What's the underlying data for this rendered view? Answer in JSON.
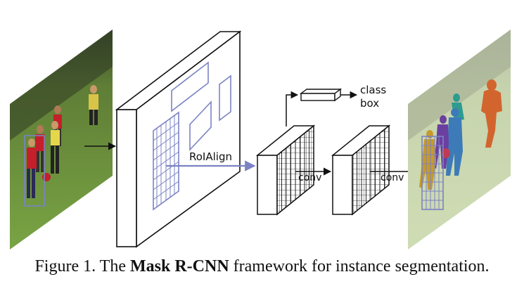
{
  "labels": {
    "roialign": "RoIAlign",
    "class": "class",
    "box": "box",
    "conv1": "conv",
    "conv2": "conv"
  },
  "caption": {
    "prefix": "Figure 1. The ",
    "bold": "Mask R-CNN",
    "suffix": " framework for instance segmentation."
  },
  "colors": {
    "roi": "#7b83c4",
    "line": "#111111",
    "grass": "#6f9a3a",
    "seg_orange": "#d2652e",
    "seg_blue": "#3d7bb8",
    "seg_purple": "#6b3fa0",
    "seg_teal": "#2e9b8f",
    "seg_gold": "#c79a2a"
  }
}
